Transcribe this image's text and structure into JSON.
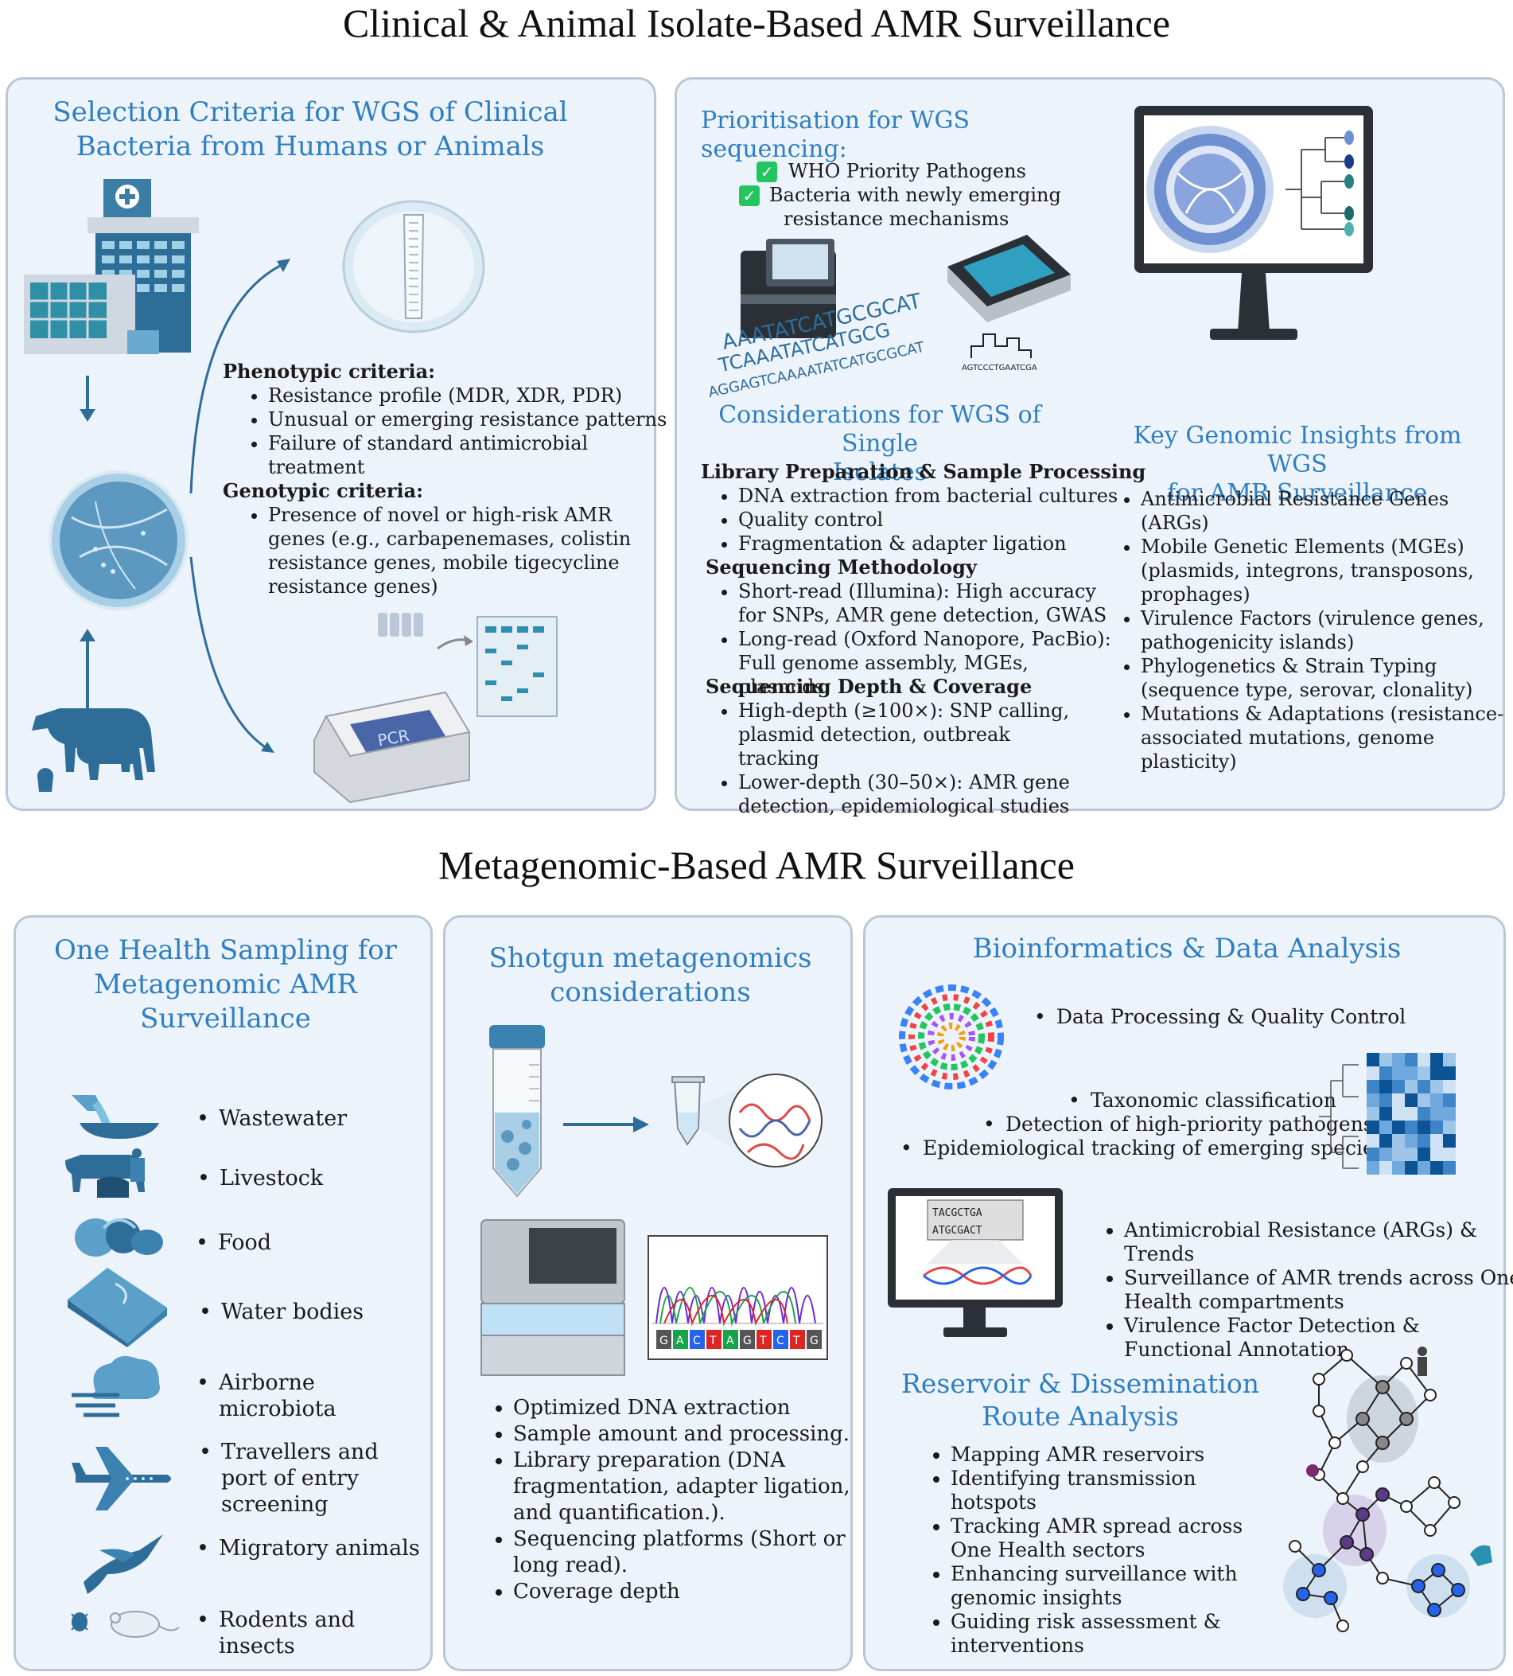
{
  "top": {
    "title": "Clinical & Animal Isolate-Based AMR Surveillance",
    "selection": {
      "title_line1": "Selection Criteria for WGS of Clinical",
      "title_line2": "Bacteria from Humans or Animals",
      "pcr_label": "PCR",
      "phenotypic_heading": "Phenotypic criteria:",
      "phenotypic": [
        "Resistance profile (MDR, XDR, PDR)",
        "Unusual or emerging resistance patterns",
        "Failure of standard antimicrobial treatment"
      ],
      "genotypic_heading": "Genotypic criteria:",
      "genotypic": [
        "Presence of novel or high-risk AMR genes (e.g., carbapenemases, colistin resistance genes, mobile tigecycline resistance genes)"
      ]
    },
    "wgs": {
      "prioritisation_title": "Prioritisation for WGS sequencing:",
      "checks": [
        "WHO Priority Pathogens",
        "Bacteria with newly emerging",
        "resistance mechanisms"
      ],
      "seq_strings": [
        "AAATATCATGCGCAT",
        "TCAAATATCATGCG",
        "AGGAGTCAAAATATCATGCGCAT",
        "AGTCCCTGAATCGA"
      ],
      "considerations_title_line1": "Considerations for WGS of Single",
      "considerations_title_line2": "Isolates",
      "groups": [
        {
          "heading": "Library Preparation & Sample Processing",
          "items": [
            "DNA extraction from bacterial cultures",
            "Quality control",
            "Fragmentation & adapter ligation"
          ]
        },
        {
          "heading": "Sequencing Methodology",
          "items": [
            "Short-read (Illumina): High accuracy for SNPs, AMR gene detection, GWAS",
            "Long-read (Oxford Nanopore, PacBio): Full genome assembly, MGEs, plasmids"
          ]
        },
        {
          "heading": "Sequencing Depth & Coverage",
          "items": [
            "High-depth (≥100×): SNP calling, plasmid detection, outbreak tracking",
            "Lower-depth (30–50×): AMR gene detection, epidemiological studies"
          ]
        }
      ],
      "insights_title_line1": "Key Genomic Insights from WGS",
      "insights_title_line2": "for AMR Surveillance",
      "insights": [
        "Antimicrobial Resistance Genes (ARGs)",
        "Mobile Genetic Elements (MGEs) (plasmids, integrons, transposons, prophages)",
        "Virulence Factors (virulence genes, pathogenicity islands)",
        "Phylogenetics & Strain Typing (sequence type, serovar, clonality)",
        "Mutations & Adaptations (resistance-associated mutations, genome plasticity)"
      ]
    }
  },
  "bottom": {
    "title": "Metagenomic-Based AMR Surveillance",
    "onehealth": {
      "title": [
        "One Health Sampling for",
        "Metagenomic AMR",
        "Surveillance"
      ],
      "sources": [
        "Wastewater",
        "Livestock",
        "Food",
        "Water bodies",
        "Airborne microbiota",
        "Travellers and port of entry screening",
        "Migratory animals",
        "Rodents and insects"
      ]
    },
    "shotgun": {
      "title": [
        "Shotgun metagenomics",
        "considerations"
      ],
      "bases": [
        "G",
        "A",
        "C",
        "T",
        "A",
        "G",
        "T",
        "C",
        "T",
        "G"
      ],
      "items": [
        "Optimized DNA extraction",
        "Sample amount and processing.",
        "Library preparation (DNA fragmentation, adapter ligation, and quantification.).",
        "Sequencing platforms (Short or long read).",
        "Coverage depth"
      ]
    },
    "bioinfo": {
      "title": "Bioinformatics & Data Analysis",
      "item1": "Data Processing & Quality Control",
      "tax_items": [
        "Taxonomic classification",
        "Detection of high-priority pathogens",
        "Epidemiological tracking of emerging species"
      ],
      "screen_seq": [
        "TACGCTGA",
        "ATGCGACT"
      ],
      "amr_items": [
        "Antimicrobial Resistance (ARGs) & Trends",
        "Surveillance of AMR trends across One Health compartments",
        "Virulence Factor Detection & Functional Annotation"
      ],
      "reservoir_title": [
        "Reservoir & Dissemination",
        "Route Analysis"
      ],
      "reservoir_items": [
        "Mapping AMR reservoirs",
        "Identifying transmission hotspots",
        "Tracking AMR spread across One Health sectors",
        "Enhancing surveillance with genomic insights",
        "Guiding risk assessment & interventions"
      ]
    }
  },
  "colors": {
    "title_blue": "#2f7fc0",
    "panel_bg": "#edf3fb",
    "panel_border": "#b9c7d6",
    "icon_blue": "#2f6d99",
    "check_green": "#22c55e"
  }
}
